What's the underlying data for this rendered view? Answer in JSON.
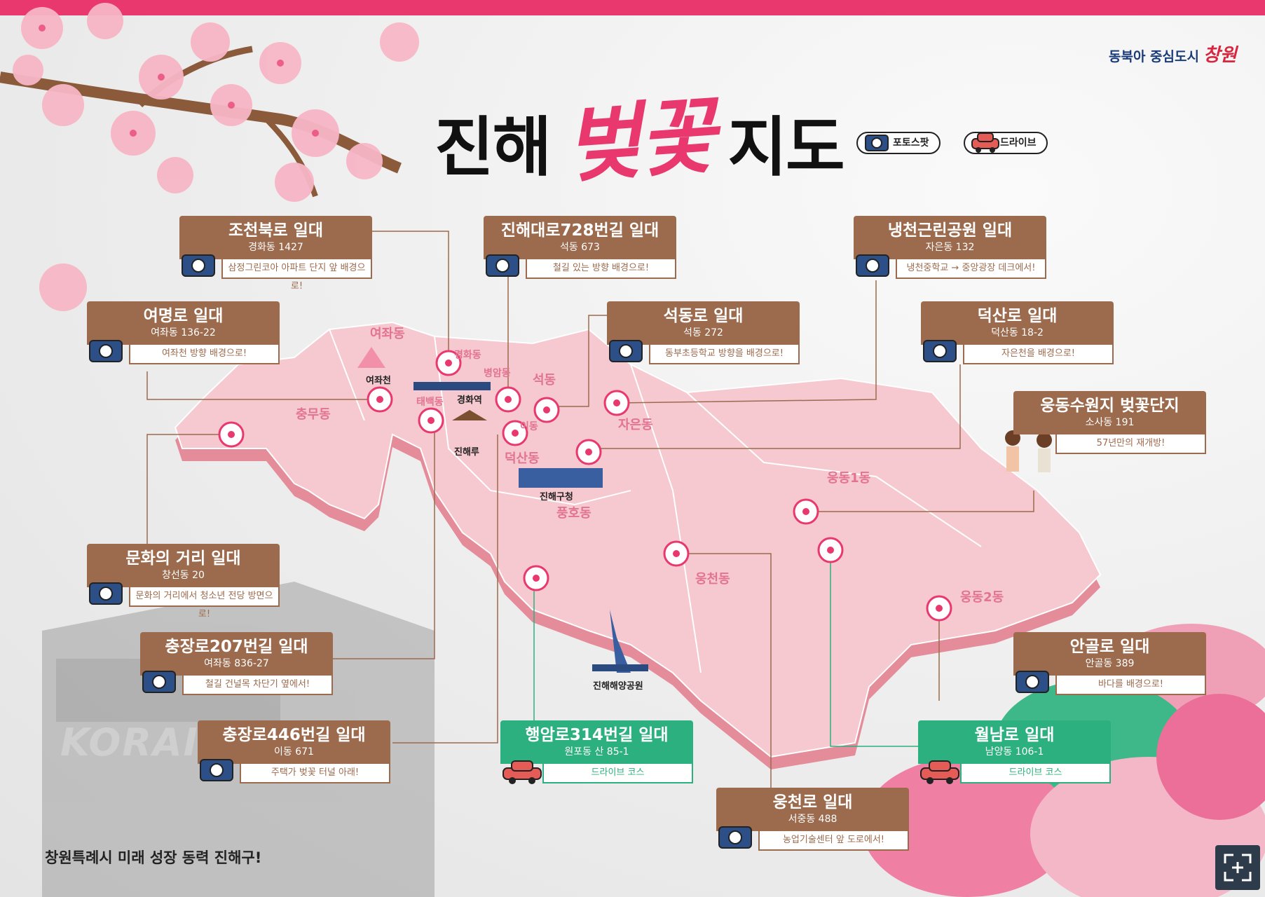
{
  "title": {
    "left": "진해",
    "script": "벚꽃",
    "right": "지도"
  },
  "brand": {
    "tagline": "동북아 중심도시",
    "city": "창원"
  },
  "legend": {
    "photo": "포토스팟",
    "drive": "드라이브"
  },
  "footer": "창원특례시 미래 성장 동력 진해구!",
  "background_text": "KORAIL",
  "spots": [
    {
      "id": "jocheonbuk",
      "name": "조천북로 일대",
      "address": "경화동 1427",
      "note": "삼정그린코아 아파트 단지 앞 배경으로!",
      "type": "photo"
    },
    {
      "id": "jinhaedaero",
      "name": "진해대로728번길 일대",
      "address": "석동 673",
      "note": "철길 있는 방향 배경으로!",
      "type": "photo"
    },
    {
      "id": "naengcheon",
      "name": "냉천근린공원 일대",
      "address": "자은동 132",
      "note": "냉천중학교 → 중앙광장 데크에서!",
      "type": "photo"
    },
    {
      "id": "yeomyeong",
      "name": "여명로 일대",
      "address": "여좌동 136-22",
      "note": "여좌천 방향 배경으로!",
      "type": "photo"
    },
    {
      "id": "seokdong",
      "name": "석동로 일대",
      "address": "석동 272",
      "note": "동부초등학교 방향을 배경으로!",
      "type": "photo"
    },
    {
      "id": "deoksan",
      "name": "덕산로 일대",
      "address": "덕산동 18-2",
      "note": "자은천을 배경으로!",
      "type": "photo"
    },
    {
      "id": "ungdong",
      "name": "웅동수원지 벚꽃단지",
      "address": "소사동 191",
      "note": "57년만의 재개방!",
      "type": "walk"
    },
    {
      "id": "munhwa",
      "name": "문화의 거리 일대",
      "address": "창선동 20",
      "note": "문화의 거리에서 청소년 전당 방면으로!",
      "type": "photo"
    },
    {
      "id": "chungjang207",
      "name": "충장로207번길 일대",
      "address": "여좌동 836-27",
      "note": "철길 건널목 차단기 옆에서!",
      "type": "photo"
    },
    {
      "id": "chungjang446",
      "name": "충장로446번길 일대",
      "address": "이동 671",
      "note": "주택가 벚꽃 터널 아래!",
      "type": "photo"
    },
    {
      "id": "haengam",
      "name": "행암로314번길 일대",
      "address": "원포동 산 85-1",
      "note": "드라이브 코스",
      "type": "drive"
    },
    {
      "id": "wolnam",
      "name": "월남로 일대",
      "address": "남양동 106-1",
      "note": "드라이브 코스",
      "type": "drive"
    },
    {
      "id": "anggol",
      "name": "안골로 일대",
      "address": "안골동 389",
      "note": "바다를 배경으로!",
      "type": "photo"
    },
    {
      "id": "ungcheon",
      "name": "웅천로 일대",
      "address": "서중동 488",
      "note": "농업기술센터 앞 도로에서!",
      "type": "photo"
    }
  ],
  "districts": [
    "여좌동",
    "경화동",
    "병암동",
    "석동",
    "태백동",
    "충무동",
    "이동",
    "자은동",
    "덕산동",
    "풍호동",
    "웅동1동",
    "웅천동",
    "웅동2동"
  ],
  "places": [
    "여좌천",
    "경화역",
    "진해루",
    "진해구청",
    "진해해양공원"
  ],
  "colors": {
    "accent": "#e8386e",
    "card": "#9c6a4c",
    "drive": "#2cb07f",
    "map": "#f6c8cf",
    "map_shadow": "#e58c9a"
  }
}
